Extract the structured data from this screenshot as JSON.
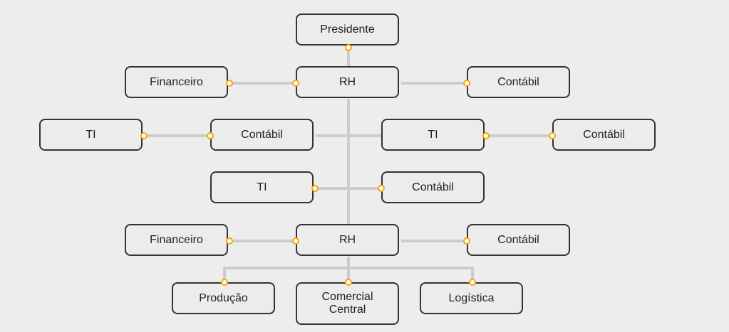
{
  "colors": {
    "background": "#ededed",
    "node_border": "#333333",
    "node_fill": "#ececec",
    "connector": "#cccccc",
    "port_border": "#f2a900",
    "port_fill": "#ffffff"
  },
  "org_chart": {
    "nodes": {
      "presidente": "Presidente",
      "rh_1": "RH",
      "financeiro_1": "Financeiro",
      "contabil_1": "Contábil",
      "ti_1": "TI",
      "contabil_2": "Contábil",
      "ti_2": "TI",
      "contabil_3": "Contábil",
      "ti_3": "TI",
      "contabil_4": "Contábil",
      "rh_2": "RH",
      "financeiro_2": "Financeiro",
      "contabil_5": "Contábil",
      "producao": "Produção",
      "comercial_central": "Comercial\nCentral",
      "logistica": "Logística"
    }
  }
}
